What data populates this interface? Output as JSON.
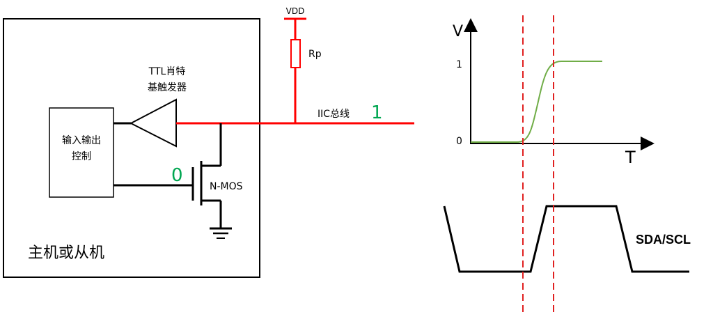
{
  "circuit": {
    "box_title": "主机或从机",
    "io_block": {
      "line1": "输入输出",
      "line2": "控制"
    },
    "trigger": {
      "line1": "TTL肖特",
      "line2": "基触发器"
    },
    "vdd_label": "VDD",
    "resistor_label": "Rp",
    "bus_label": "IIC总线",
    "bus_state": "1",
    "gate_state": "0",
    "mos_label": "N-MOS"
  },
  "voltage_plot": {
    "y_axis_label": "V",
    "x_axis_label": "T",
    "tick_high": "1",
    "tick_low": "0"
  },
  "waveform": {
    "label": "SDA/SCL"
  },
  "colors": {
    "wire_black": "#000000",
    "bus_red": "#ff0000",
    "marker_red": "#e02020",
    "curve_green": "#70ad47",
    "state_green": "#00a651"
  }
}
